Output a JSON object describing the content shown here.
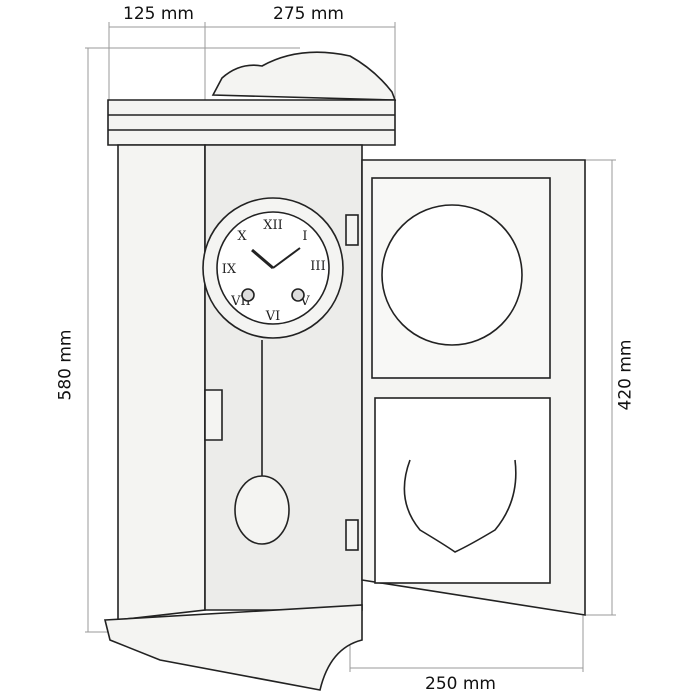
{
  "dimensions": {
    "depth": "125 mm",
    "width_open": "275 mm",
    "height": "580 mm",
    "door_height": "420 mm",
    "door_width": "250 mm"
  },
  "colors": {
    "line": "#222222",
    "dim_line": "#9a9a9a",
    "fill": "#f4f4f2"
  }
}
